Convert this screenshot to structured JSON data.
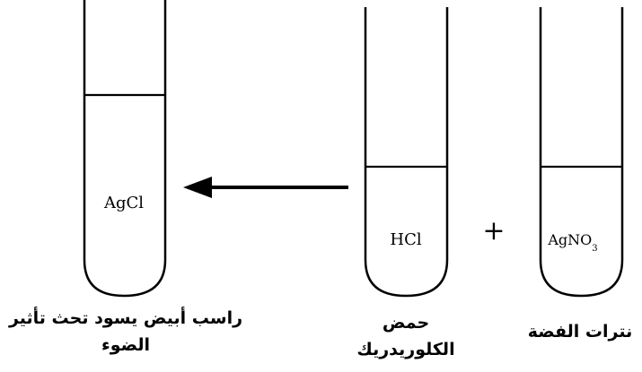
{
  "tubes": {
    "product": {
      "label": "AgCl",
      "caption_line1": "راسب أبيض يسود تحث تأثير",
      "caption_line2": "الضوء"
    },
    "acid": {
      "label": "HCl",
      "caption_line1": "حمض",
      "caption_line2": "الكلوريدريك"
    },
    "silver_nitrate": {
      "label_main": "AgNO",
      "label_sub": "3",
      "caption_line1": "نترات الفضة"
    }
  },
  "plus_sign": "+",
  "arrow_icon": "left-arrow-icon"
}
